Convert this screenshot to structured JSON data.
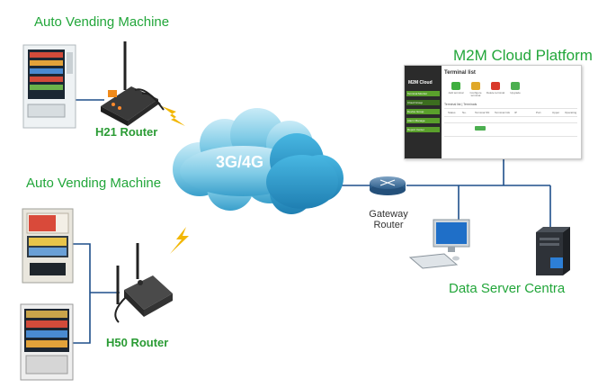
{
  "labels": {
    "top_machine": "Auto Vending Machine",
    "mid_machine": "Auto Vending Machine",
    "router_top": "H21 Router",
    "router_bottom": "H50 Router",
    "cloud": "3G/4G",
    "gateway_line1": "Gateway",
    "gateway_line2": "Router",
    "platform": "M2M Cloud Platform",
    "data_server": "Data Server Centra"
  },
  "screenshot": {
    "side_title": "M2M Cloud",
    "side_items": [
      "Terminal Monitor",
      "Cloud Group",
      "Device Group",
      "Alarm Manage",
      "Report Center"
    ],
    "panel_title": "Terminal list",
    "toolbar": [
      "Add terminal",
      "Configure terminal",
      "Delete terminal",
      "Upgrade"
    ],
    "tab": "Terminal list  |  Terminals",
    "columns": [
      "Status",
      "No.",
      "Terminal SN",
      "Terminal Info",
      "IP",
      "Port",
      "Upper",
      "Operating"
    ]
  },
  "colors": {
    "accent_green": "#22a63a",
    "cloud_blue": "#3aa8d4",
    "line_blue": "#1e4f8a",
    "signal_yellow": "#f2b705"
  }
}
